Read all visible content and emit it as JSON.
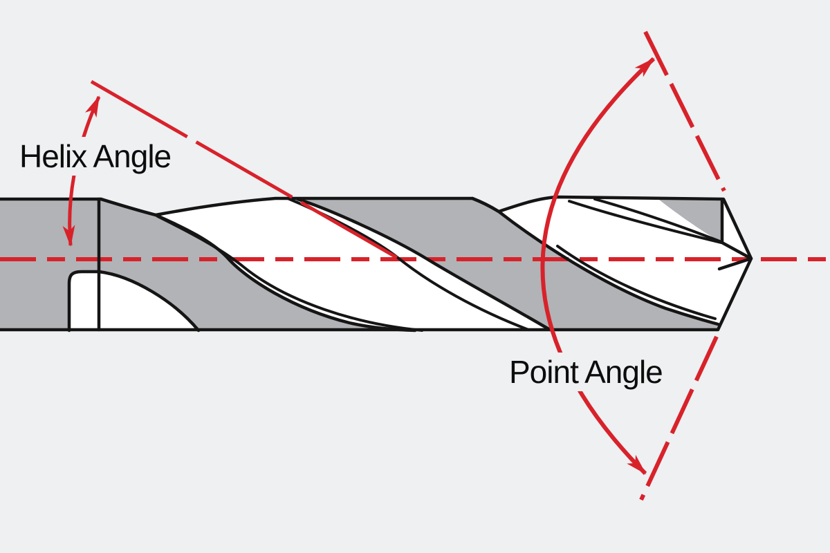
{
  "diagram": {
    "description": "Twist drill bit side view with angle annotations",
    "labels": {
      "helix_angle": "Helix Angle",
      "point_angle": "Point Angle"
    }
  },
  "colors": {
    "background": "#eef0f2",
    "annotation_red": "#d8222a",
    "drill_gray": "#b1b3b6",
    "outline_black": "#151515",
    "label_text": "#0d0d0d"
  }
}
